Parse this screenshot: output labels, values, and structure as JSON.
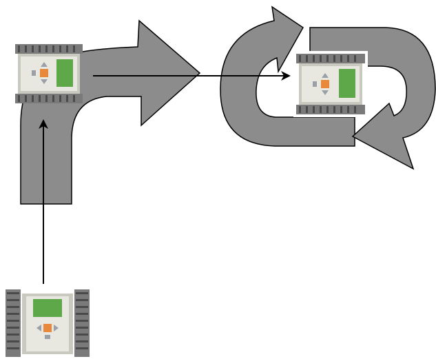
{
  "diagram": {
    "colors": {
      "track_fill": "#8c8c8c",
      "track_stroke": "#000000",
      "tread": "#7a7a7a",
      "tread_dark": "#4a4a4a",
      "brick_body": "#e8e8e0",
      "brick_frame": "#c9c9c0",
      "screen": "#5fa84a",
      "button_orange": "#e8883a",
      "button_grey": "#9aa0a8",
      "arrow": "#000000"
    },
    "robots": [
      {
        "name": "robot-start",
        "orientation": "facing-up"
      },
      {
        "name": "robot-corner",
        "orientation": "facing-right"
      },
      {
        "name": "robot-loop",
        "orientation": "facing-right"
      }
    ],
    "paths": [
      {
        "name": "path-up",
        "description_icon": "straight-arrow"
      },
      {
        "name": "path-right",
        "description_icon": "straight-arrow"
      },
      {
        "name": "path-turn",
        "description_icon": "curved-turn-arrow"
      },
      {
        "name": "path-loop",
        "description_icon": "circular-loop-arrow"
      }
    ]
  }
}
